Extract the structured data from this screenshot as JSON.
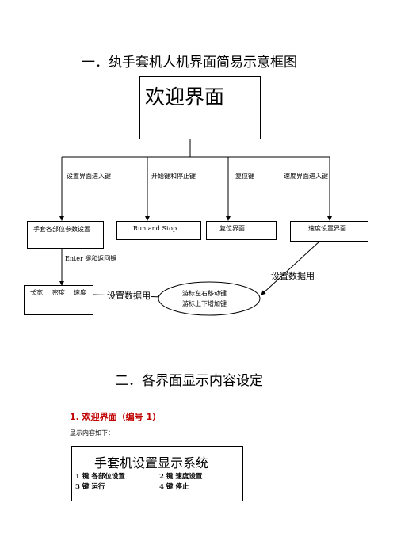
{
  "section1": {
    "title": "一．纨手套机人机界面简易示意框图"
  },
  "diagram": {
    "welcome": "欢迎界面",
    "edge_labels": {
      "setup_key": "设置界面进入键",
      "start_stop_key": "开始键和停止键",
      "reset_key": "复位键",
      "speed_key": "速度界面进入键",
      "enter_return": "Enter 键和返回键",
      "set_data_right": "设置数据用",
      "set_data_left": "设置数据用"
    },
    "nodes": {
      "glove_params": "手套各部位参数设置",
      "run_stop": "Run and Stop",
      "reset": "复位界面",
      "speed": "速度设置界面",
      "fields": [
        "长宽",
        "密度",
        "速度"
      ],
      "cursor_lr": "游标左右移动键",
      "cursor_ud": "游标上下增加键"
    }
  },
  "section2": {
    "title": "二．各界面显示内容设定",
    "sub1": {
      "heading": "1. 欢迎界面（编号 1）",
      "desc": "显示内容如下："
    }
  },
  "screen": {
    "title": "手套机设置显示系统",
    "lines": [
      [
        "1 键  各部位设置",
        "2 键  速度设置"
      ],
      [
        "3 键  运行",
        "4 键  停止"
      ]
    ]
  }
}
